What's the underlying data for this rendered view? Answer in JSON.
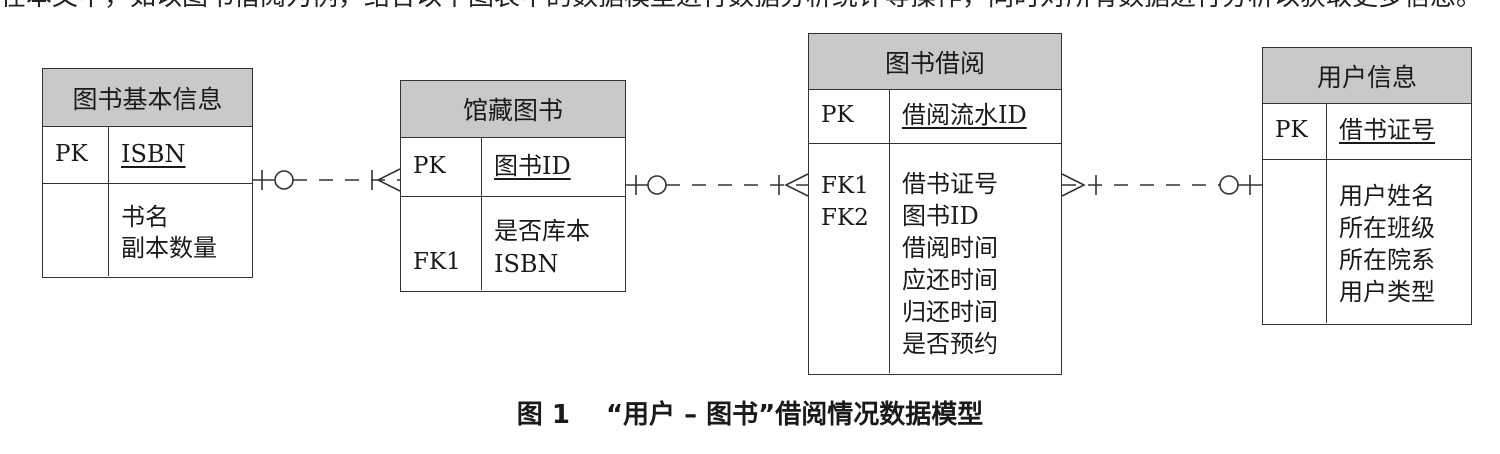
{
  "top_fragment": "在本文中，如以图书借阅为例，结合以下图表中的数据模型进行数据分析统计等操作，同时对所有数据进行分析以获取更多信息。",
  "entities": {
    "book_info": {
      "title": "图书基本信息",
      "pk_label": "PK",
      "pk_field": "ISBN",
      "attrs": [
        "书名",
        "副本数量"
      ]
    },
    "collection": {
      "title": "馆藏图书",
      "pk_label": "PK",
      "pk_field": "图书ID",
      "fk_label": "FK1",
      "attrs": [
        "是否库本",
        "ISBN"
      ]
    },
    "borrow": {
      "title": "图书借阅",
      "pk_label": "PK",
      "pk_field": "借阅流水ID",
      "fk_labels": [
        "FK1",
        "FK2"
      ],
      "attrs": [
        "借书证号",
        "图书ID",
        "借阅时间",
        "应还时间",
        "归还时间",
        "是否预约"
      ]
    },
    "user": {
      "title": "用户信息",
      "pk_label": "PK",
      "pk_field": "借书证号",
      "attrs": [
        "用户姓名",
        "所在班级",
        "所在院系",
        "用户类型"
      ]
    }
  },
  "caption": {
    "number": "图 1",
    "text": "“用户 – 图书”借阅情况数据模型"
  }
}
